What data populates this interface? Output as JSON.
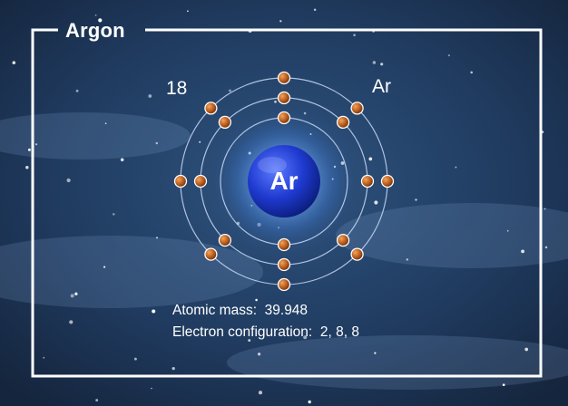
{
  "element": {
    "name": "Argon",
    "atomic_number": "18",
    "symbol": "Ar"
  },
  "info": {
    "mass_label": "Atomic mass:",
    "mass_value": "39.948",
    "config_label": "Electron configuration:",
    "config_value": "2, 8, 8"
  },
  "shells": [
    2,
    8,
    8
  ],
  "colors": {
    "background": "#1d3250",
    "frame": "#ffffff",
    "nucleus": "#1d39c4",
    "electron": "#b05a1a",
    "orbit": "#c8d8f5"
  }
}
